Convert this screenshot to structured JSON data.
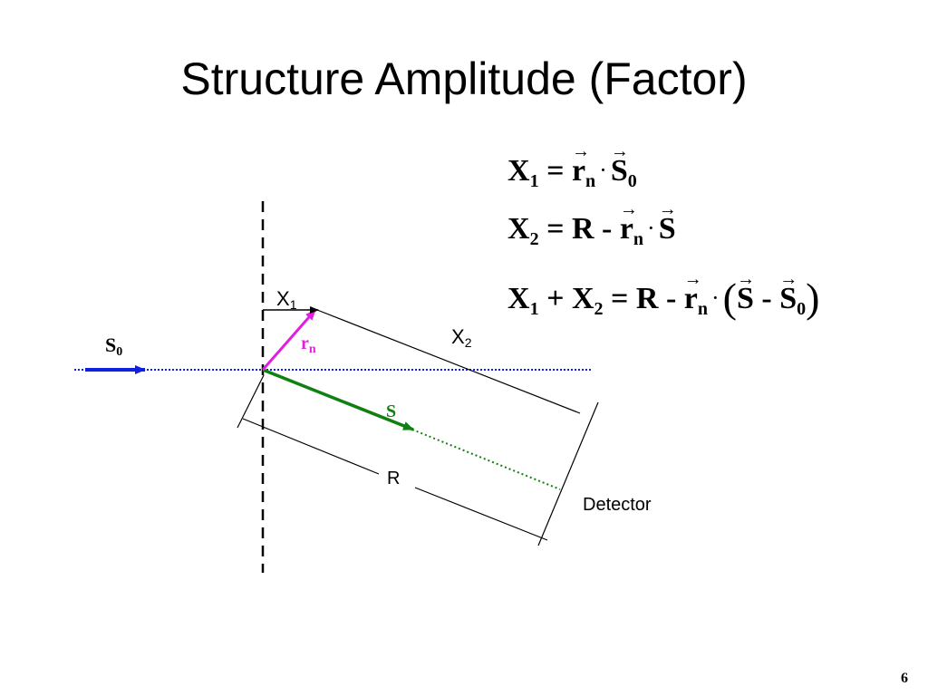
{
  "title": "Structure Amplitude (Factor)",
  "page_number": "6",
  "equations": {
    "eq1": {
      "x": "X",
      "sub1": "1",
      "eq": "=",
      "r": "r",
      "n": "n",
      "s": "S",
      "sub0": "0"
    },
    "eq2": {
      "x": "X",
      "sub2": "2",
      "eq": "=",
      "R": "R",
      "minus": "-",
      "r": "r",
      "n": "n",
      "s": "S"
    },
    "eq3": {
      "x1": "X",
      "sub1": "1",
      "plus": "+",
      "x2": "X",
      "sub2": "2",
      "eq": "=",
      "R": "R",
      "minus": "-",
      "r": "r",
      "n": "n",
      "s": "S",
      "minus2": "-",
      "s0": "S",
      "sub0": "0"
    }
  },
  "diagram": {
    "labels": {
      "x1": "X",
      "x1_sub": "1",
      "x2": "X",
      "x2_sub": "2",
      "s0": "S",
      "s0_sub": "0",
      "rn": "r",
      "rn_sub": "n",
      "s": "S",
      "r": "R",
      "detector": "Detector"
    },
    "colors": {
      "incident_beam": "#1020e0",
      "position_vector": "#e020e0",
      "scattered_beam": "#108010",
      "lines": "#000000"
    }
  }
}
